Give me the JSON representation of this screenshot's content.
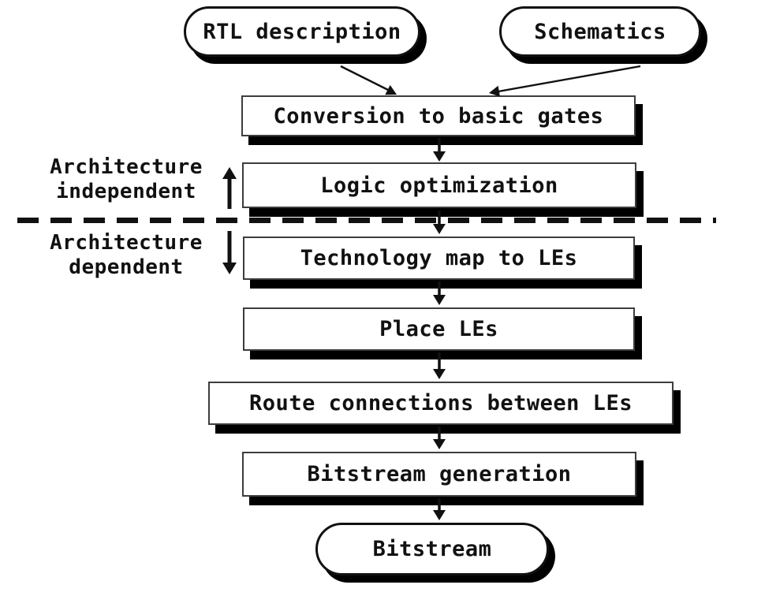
{
  "diagram": {
    "sources": [
      {
        "label": "RTL description"
      },
      {
        "label": "Schematics"
      }
    ],
    "steps": [
      {
        "label": "Conversion to basic gates"
      },
      {
        "label": "Logic optimization"
      },
      {
        "label": "Technology map to LEs"
      },
      {
        "label": "Place LEs"
      },
      {
        "label": "Route connections between LEs"
      },
      {
        "label": "Bitstream generation"
      }
    ],
    "result": {
      "label": "Bitstream"
    },
    "annotations": {
      "independent": [
        "Architecture",
        "independent"
      ],
      "dependent": [
        "Architecture",
        "dependent"
      ]
    },
    "theme": {
      "ink": "#111111",
      "box_border": "#3d3d3d",
      "shadow": "#000000",
      "background": "#ffffff",
      "fill": "#ffffff"
    }
  }
}
